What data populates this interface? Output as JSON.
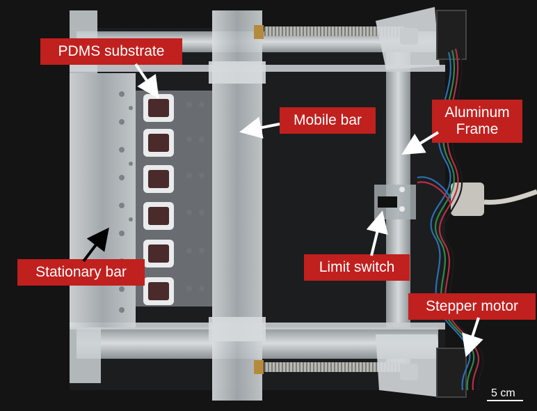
{
  "annotations": {
    "pdms_substrate": "PDMS substrate",
    "mobile_bar": "Mobile bar",
    "aluminum_frame": "Aluminum Frame",
    "stationary_bar": "Stationary bar",
    "limit_switch": "Limit switch",
    "stepper_motor": "Stepper motor"
  },
  "scale_bar": {
    "label": "5 cm"
  },
  "colors": {
    "label_background": "#c0201e",
    "label_text": "#ffffff",
    "background": "#141414"
  }
}
